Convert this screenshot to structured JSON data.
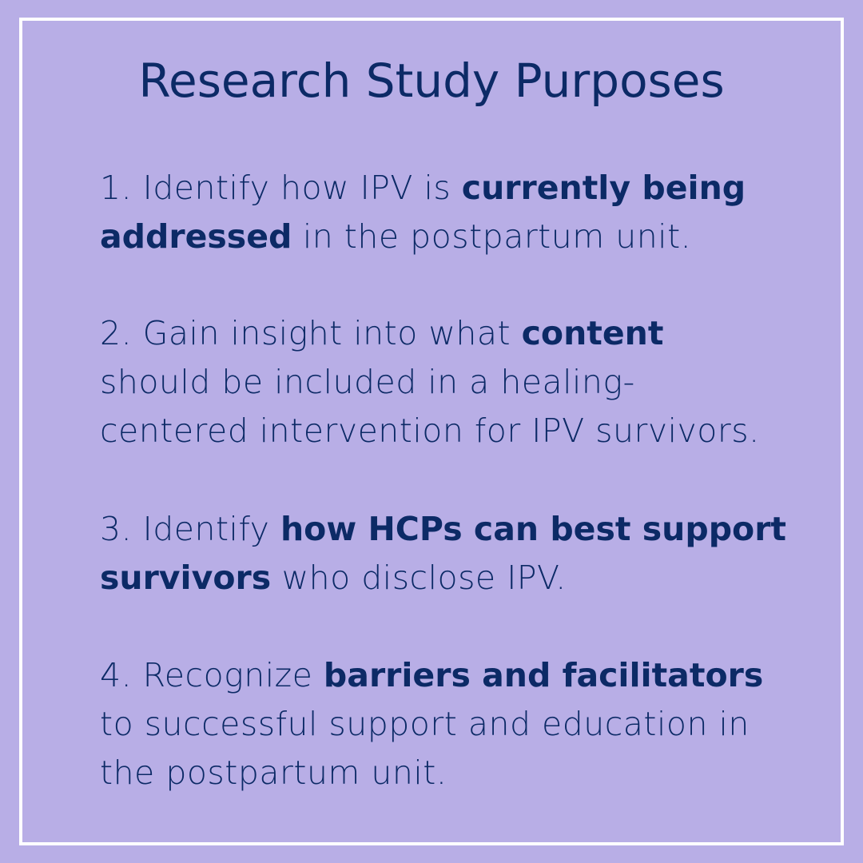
{
  "title": "Research Study Purposes",
  "purposes": [
    {
      "lines": [
        [
          {
            "text": "1. Identify how IPV is ",
            "bold": false
          },
          {
            "text": "currently being",
            "bold": true
          }
        ],
        [
          {
            "text": "addressed",
            "bold": true
          },
          {
            "text": " in the postpartum unit.",
            "bold": false
          }
        ]
      ]
    },
    {
      "lines": [
        [
          {
            "text": "2. Gain insight into what ",
            "bold": false
          },
          {
            "text": "content",
            "bold": true
          }
        ],
        [
          {
            "text": "should be included in a healing-",
            "bold": false
          }
        ],
        [
          {
            "text": "centered intervention for IPV survivors.",
            "bold": false
          }
        ]
      ]
    },
    {
      "lines": [
        [
          {
            "text": "3. Identify ",
            "bold": false
          },
          {
            "text": "how HCPs can best support",
            "bold": true
          }
        ],
        [
          {
            "text": "survivors",
            "bold": true
          },
          {
            "text": " who disclose IPV.",
            "bold": false
          }
        ]
      ]
    },
    {
      "lines": [
        [
          {
            "text": "4. Recognize ",
            "bold": false
          },
          {
            "text": "barriers and facilitators",
            "bold": true
          }
        ],
        [
          {
            "text": "to successful support and education in",
            "bold": false
          }
        ],
        [
          {
            "text": "the postpartum unit.",
            "bold": false
          }
        ]
      ]
    }
  ],
  "colors": {
    "background": "#b8aee6",
    "frame": "#ffffff",
    "text": "#0c2a66"
  }
}
